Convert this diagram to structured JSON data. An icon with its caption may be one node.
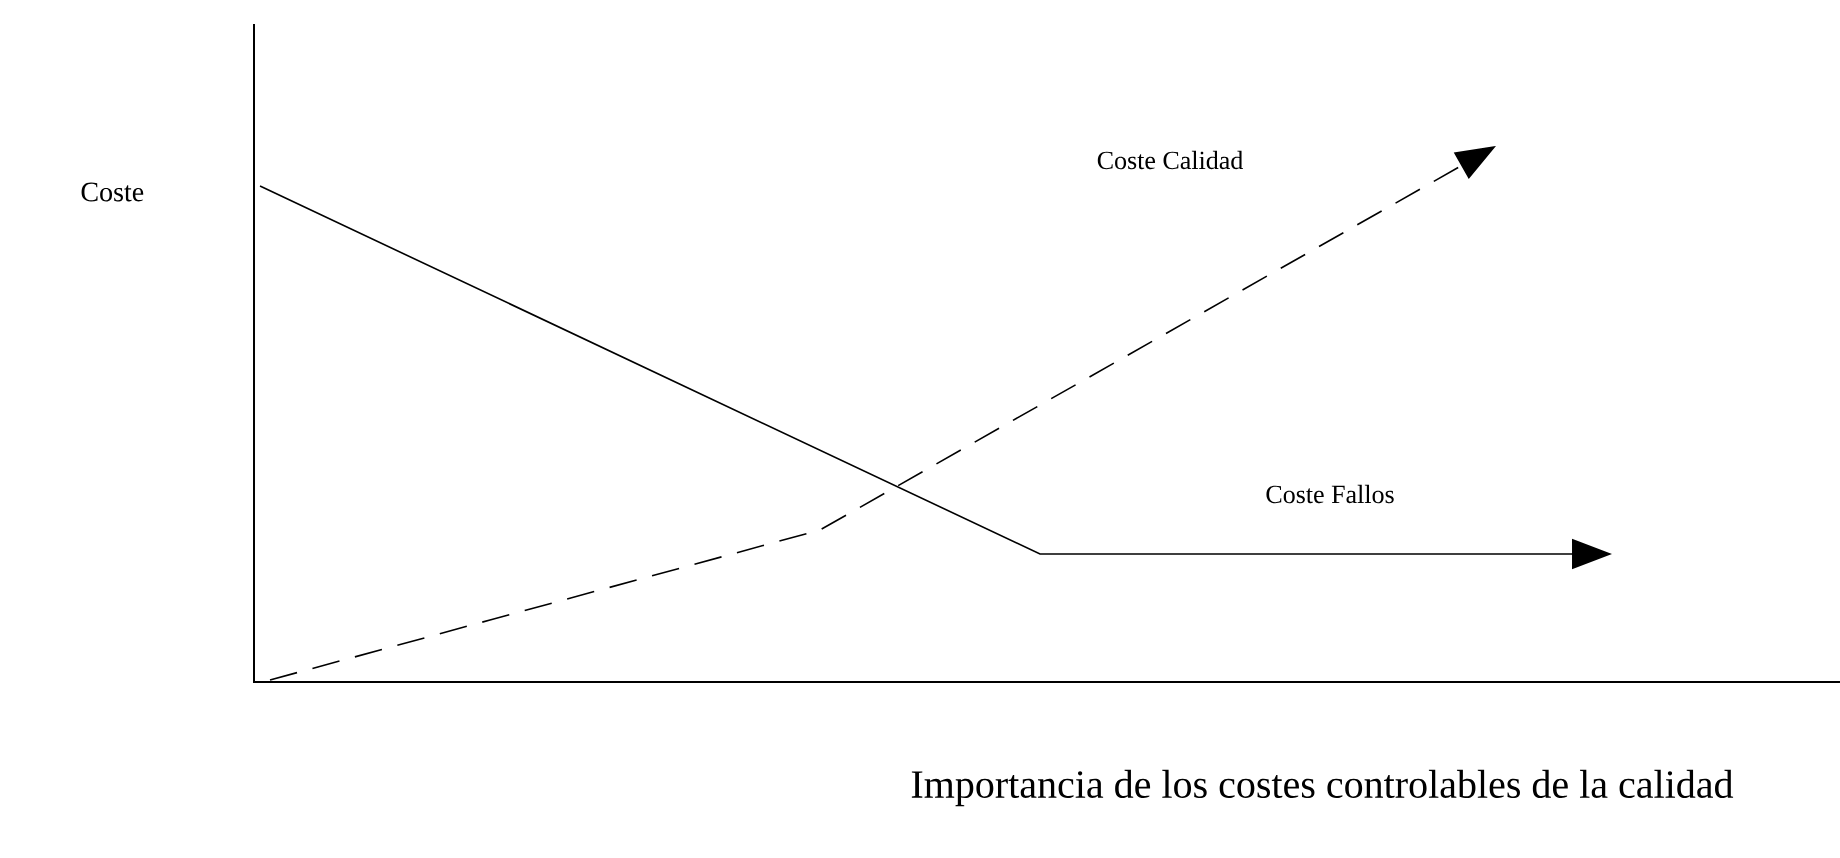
{
  "diagram": {
    "labels": [
      "Coste",
      "Coste Calidad",
      "Coste Fallos",
      "Importancia de los costes controlables de la calidad"
    ]
  }
}
